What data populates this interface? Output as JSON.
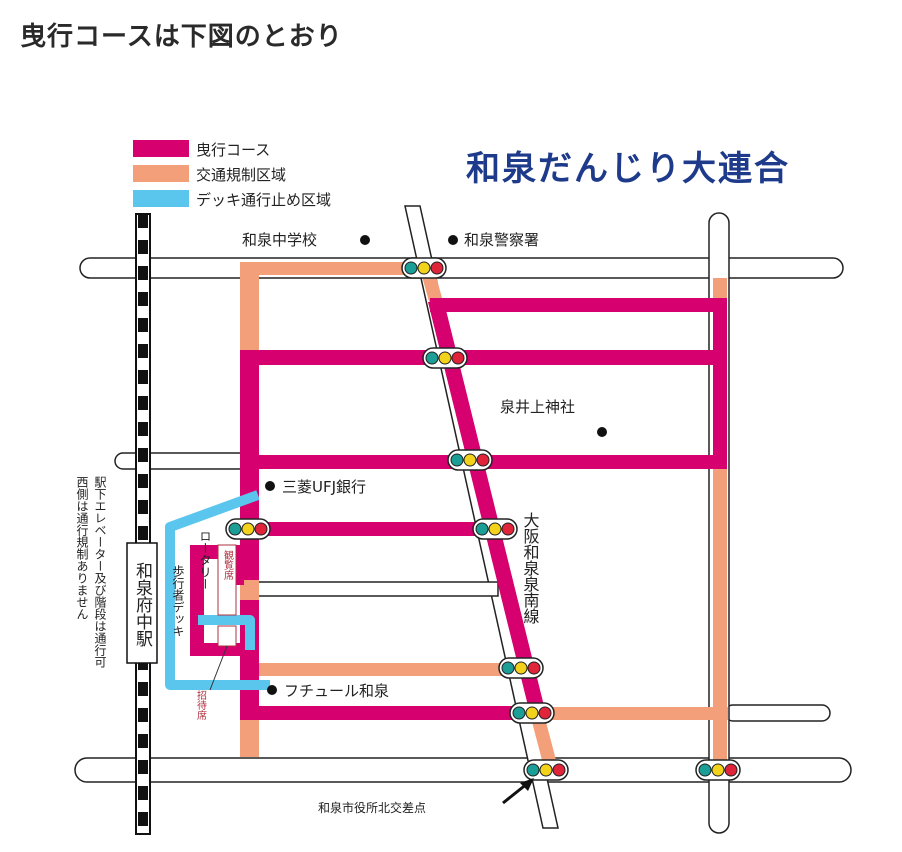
{
  "page": {
    "title": "曳行コースは下図のとおり"
  },
  "map": {
    "title": "和泉だんじり大連合",
    "legend": [
      {
        "label": "曳行コース",
        "color": "#d6006f"
      },
      {
        "label": "交通規制区域",
        "color": "#f3a07a"
      },
      {
        "label": "デッキ通行止め区域",
        "color": "#5ac6ee"
      }
    ],
    "landmarks": {
      "junior_high": "和泉中学校",
      "police": "和泉警察署",
      "shrine": "泉井上神社",
      "bank": "三菱UFJ銀行",
      "futur": "フチュール和泉",
      "intersection": "和泉市役所北交差点"
    },
    "station": "和泉府中駅",
    "rotary": "ロータリー",
    "pedestrian_deck": "歩行者デッキ",
    "viewing_seats": "観覧席",
    "guest_seats": "招待席",
    "road_name": "大阪和泉泉南線",
    "station_note": "駅下エレベーター及び階段は通行可",
    "west_side_note": "西側は通行規制ありません",
    "colors": {
      "course": "#d6006f",
      "restricted": "#f3a07a",
      "deck": "#5ac6ee",
      "title": "#1e3a8a"
    }
  }
}
